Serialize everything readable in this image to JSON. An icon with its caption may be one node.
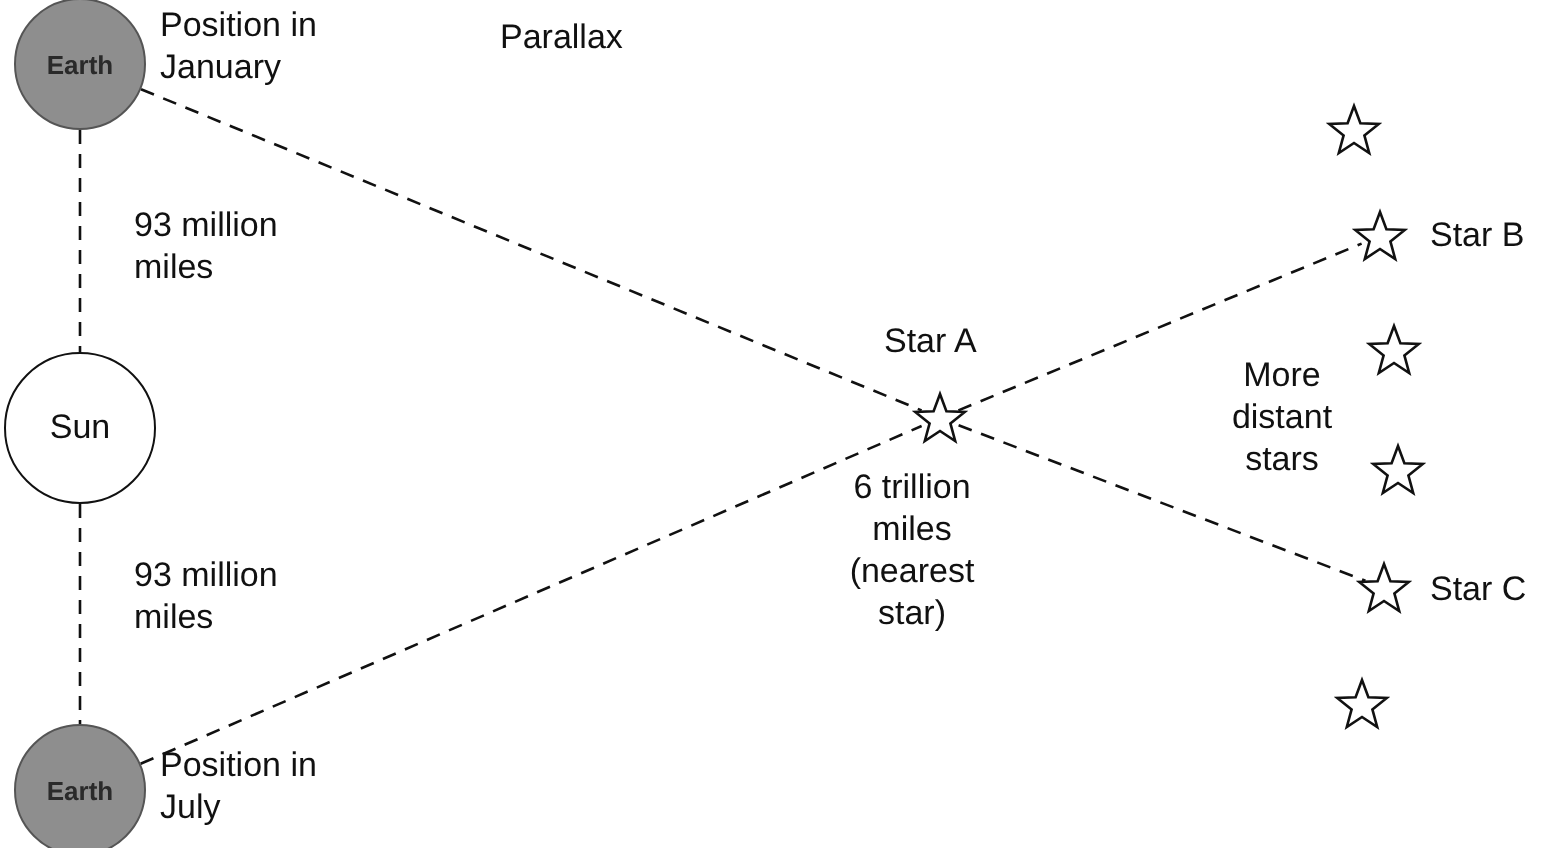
{
  "diagram": {
    "title": "Parallax",
    "nodes": [
      {
        "text": [
          "Earth"
        ],
        "beside": [
          "Position in January"
        ]
      },
      {
        "text": [
          "Sun"
        ]
      },
      {
        "text": [
          "Earth"
        ],
        "beside": [
          "Position in July"
        ]
      },
      {
        "text": [
          "Star A"
        ],
        "beside": [
          "6 trillion miles (nearest star)"
        ]
      },
      {
        "text": [],
        "shape": "star"
      },
      {
        "text": [
          "Star B"
        ]
      },
      {
        "text": [],
        "shape": "star"
      },
      {
        "text": [],
        "shape": "star"
      },
      {
        "text": [
          "Star C"
        ]
      },
      {
        "text": [],
        "shape": "star"
      }
    ],
    "edges": [
      {
        "from": 0,
        "to": 1,
        "arrow": "none",
        "style": "dashed",
        "label": "93 million miles"
      },
      {
        "from": 1,
        "to": 2,
        "arrow": "none",
        "style": "dashed",
        "label": "93 million miles"
      },
      {
        "from": 0,
        "to": 3,
        "arrow": "none",
        "style": "dashed"
      },
      {
        "from": 3,
        "to": 8,
        "arrow": "none",
        "style": "dashed"
      },
      {
        "from": 2,
        "to": 3,
        "arrow": "none",
        "style": "dashed"
      },
      {
        "from": 3,
        "to": 5,
        "arrow": "none",
        "style": "dashed"
      }
    ],
    "labels": [
      "More distant stars"
    ]
  }
}
